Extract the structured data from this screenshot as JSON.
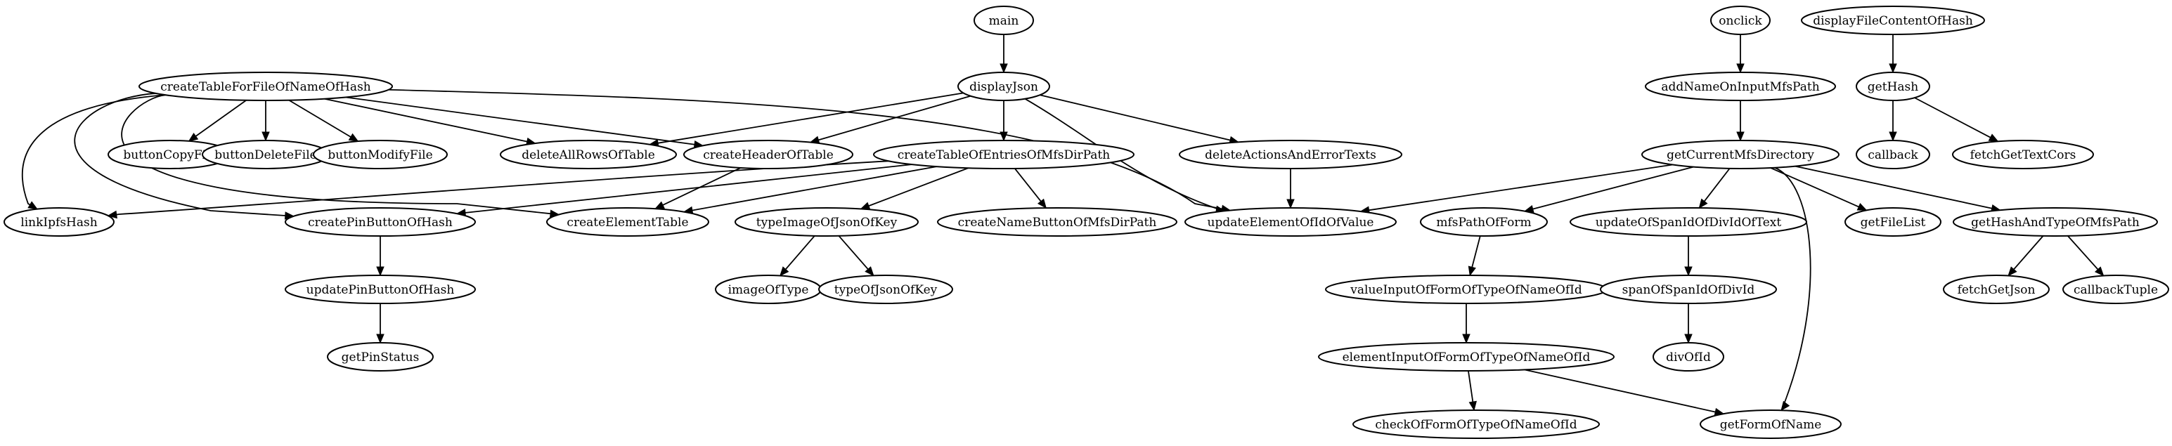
{
  "graph": {
    "nodes": [
      {
        "id": "main",
        "label": "main"
      },
      {
        "id": "onclick",
        "label": "onclick"
      },
      {
        "id": "displayFileContentOfHash",
        "label": "displayFileContentOfHash"
      },
      {
        "id": "createTableForFileOfNameOfHash",
        "label": "createTableForFileOfNameOfHash"
      },
      {
        "id": "displayJson",
        "label": "displayJson"
      },
      {
        "id": "addNameOnInputMfsPath",
        "label": "addNameOnInputMfsPath"
      },
      {
        "id": "getHash",
        "label": "getHash"
      },
      {
        "id": "buttonCopyFile",
        "label": "buttonCopyFile"
      },
      {
        "id": "buttonDeleteFile",
        "label": "buttonDeleteFile"
      },
      {
        "id": "buttonModifyFile",
        "label": "buttonModifyFile"
      },
      {
        "id": "deleteAllRowsOfTable",
        "label": "deleteAllRowsOfTable"
      },
      {
        "id": "createHeaderOfTable",
        "label": "createHeaderOfTable"
      },
      {
        "id": "createTableOfEntriesOfMfsDirPath",
        "label": "createTableOfEntriesOfMfsDirPath"
      },
      {
        "id": "deleteActionsAndErrorTexts",
        "label": "deleteActionsAndErrorTexts"
      },
      {
        "id": "getCurrentMfsDirectory",
        "label": "getCurrentMfsDirectory"
      },
      {
        "id": "callback",
        "label": "callback"
      },
      {
        "id": "fetchGetTextCors",
        "label": "fetchGetTextCors"
      },
      {
        "id": "linkIpfsHash",
        "label": "linkIpfsHash"
      },
      {
        "id": "createPinButtonOfHash",
        "label": "createPinButtonOfHash"
      },
      {
        "id": "createElementTable",
        "label": "createElementTable"
      },
      {
        "id": "typeImageOfJsonOfKey",
        "label": "typeImageOfJsonOfKey"
      },
      {
        "id": "createNameButtonOfMfsDirPath",
        "label": "createNameButtonOfMfsDirPath"
      },
      {
        "id": "updateElementOfIdOfValue",
        "label": "updateElementOfIdOfValue"
      },
      {
        "id": "mfsPathOfForm",
        "label": "mfsPathOfForm"
      },
      {
        "id": "updateOfSpanIdOfDivIdOfText",
        "label": "updateOfSpanIdOfDivIdOfText"
      },
      {
        "id": "getFileList",
        "label": "getFileList"
      },
      {
        "id": "getHashAndTypeOfMfsPath",
        "label": "getHashAndTypeOfMfsPath"
      },
      {
        "id": "updatePinButtonOfHash",
        "label": "updatePinButtonOfHash"
      },
      {
        "id": "imageOfType",
        "label": "imageOfType"
      },
      {
        "id": "typeOfJsonOfKey",
        "label": "typeOfJsonOfKey"
      },
      {
        "id": "valueInputOfFormOfTypeOfNameOfId",
        "label": "valueInputOfFormOfTypeOfNameOfId"
      },
      {
        "id": "spanOfSpanIdOfDivId",
        "label": "spanOfSpanIdOfDivId"
      },
      {
        "id": "fetchGetJson",
        "label": "fetchGetJson"
      },
      {
        "id": "callbackTuple",
        "label": "callbackTuple"
      },
      {
        "id": "getPinStatus",
        "label": "getPinStatus"
      },
      {
        "id": "elementInputOfFormOfTypeOfNameOfId",
        "label": "elementInputOfFormOfTypeOfNameOfId"
      },
      {
        "id": "divOfId",
        "label": "divOfId"
      },
      {
        "id": "checkOfFormOfTypeOfNameOfId",
        "label": "checkOfFormOfTypeOfNameOfId"
      },
      {
        "id": "getFormOfName",
        "label": "getFormOfName"
      }
    ],
    "edges": [
      {
        "from": "main",
        "to": "displayJson"
      },
      {
        "from": "onclick",
        "to": "addNameOnInputMfsPath"
      },
      {
        "from": "displayFileContentOfHash",
        "to": "getHash"
      },
      {
        "from": "createTableForFileOfNameOfHash",
        "to": "buttonCopyFile"
      },
      {
        "from": "createTableForFileOfNameOfHash",
        "to": "buttonDeleteFile"
      },
      {
        "from": "createTableForFileOfNameOfHash",
        "to": "buttonModifyFile"
      },
      {
        "from": "createTableForFileOfNameOfHash",
        "to": "deleteAllRowsOfTable"
      },
      {
        "from": "createTableForFileOfNameOfHash",
        "to": "createHeaderOfTable"
      },
      {
        "from": "createTableForFileOfNameOfHash",
        "to": "updateElementOfIdOfValue"
      },
      {
        "from": "createTableForFileOfNameOfHash",
        "to": "linkIpfsHash"
      },
      {
        "from": "createTableForFileOfNameOfHash",
        "to": "createPinButtonOfHash"
      },
      {
        "from": "createTableForFileOfNameOfHash",
        "to": "createElementTable"
      },
      {
        "from": "displayJson",
        "to": "deleteAllRowsOfTable"
      },
      {
        "from": "displayJson",
        "to": "createHeaderOfTable"
      },
      {
        "from": "displayJson",
        "to": "createTableOfEntriesOfMfsDirPath"
      },
      {
        "from": "displayJson",
        "to": "deleteActionsAndErrorTexts"
      },
      {
        "from": "displayJson",
        "to": "updateElementOfIdOfValue"
      },
      {
        "from": "addNameOnInputMfsPath",
        "to": "getCurrentMfsDirectory"
      },
      {
        "from": "getHash",
        "to": "callback"
      },
      {
        "from": "getHash",
        "to": "fetchGetTextCors"
      },
      {
        "from": "createHeaderOfTable",
        "to": "createElementTable"
      },
      {
        "from": "createTableOfEntriesOfMfsDirPath",
        "to": "linkIpfsHash"
      },
      {
        "from": "createTableOfEntriesOfMfsDirPath",
        "to": "createPinButtonOfHash"
      },
      {
        "from": "createTableOfEntriesOfMfsDirPath",
        "to": "createElementTable"
      },
      {
        "from": "createTableOfEntriesOfMfsDirPath",
        "to": "typeImageOfJsonOfKey"
      },
      {
        "from": "createTableOfEntriesOfMfsDirPath",
        "to": "createNameButtonOfMfsDirPath"
      },
      {
        "from": "deleteActionsAndErrorTexts",
        "to": "updateElementOfIdOfValue"
      },
      {
        "from": "getCurrentMfsDirectory",
        "to": "updateElementOfIdOfValue"
      },
      {
        "from": "getCurrentMfsDirectory",
        "to": "mfsPathOfForm"
      },
      {
        "from": "getCurrentMfsDirectory",
        "to": "updateOfSpanIdOfDivIdOfText"
      },
      {
        "from": "getCurrentMfsDirectory",
        "to": "getFileList"
      },
      {
        "from": "getCurrentMfsDirectory",
        "to": "getHashAndTypeOfMfsPath"
      },
      {
        "from": "getCurrentMfsDirectory",
        "to": "getFormOfName"
      },
      {
        "from": "createPinButtonOfHash",
        "to": "updatePinButtonOfHash"
      },
      {
        "from": "typeImageOfJsonOfKey",
        "to": "imageOfType"
      },
      {
        "from": "typeImageOfJsonOfKey",
        "to": "typeOfJsonOfKey"
      },
      {
        "from": "mfsPathOfForm",
        "to": "valueInputOfFormOfTypeOfNameOfId"
      },
      {
        "from": "updateOfSpanIdOfDivIdOfText",
        "to": "spanOfSpanIdOfDivId"
      },
      {
        "from": "getHashAndTypeOfMfsPath",
        "to": "fetchGetJson"
      },
      {
        "from": "getHashAndTypeOfMfsPath",
        "to": "callbackTuple"
      },
      {
        "from": "updatePinButtonOfHash",
        "to": "getPinStatus"
      },
      {
        "from": "valueInputOfFormOfTypeOfNameOfId",
        "to": "elementInputOfFormOfTypeOfNameOfId"
      },
      {
        "from": "spanOfSpanIdOfDivId",
        "to": "divOfId"
      },
      {
        "from": "elementInputOfFormOfTypeOfNameOfId",
        "to": "checkOfFormOfTypeOfNameOfId"
      },
      {
        "from": "elementInputOfFormOfTypeOfNameOfId",
        "to": "getFormOfName"
      }
    ]
  }
}
